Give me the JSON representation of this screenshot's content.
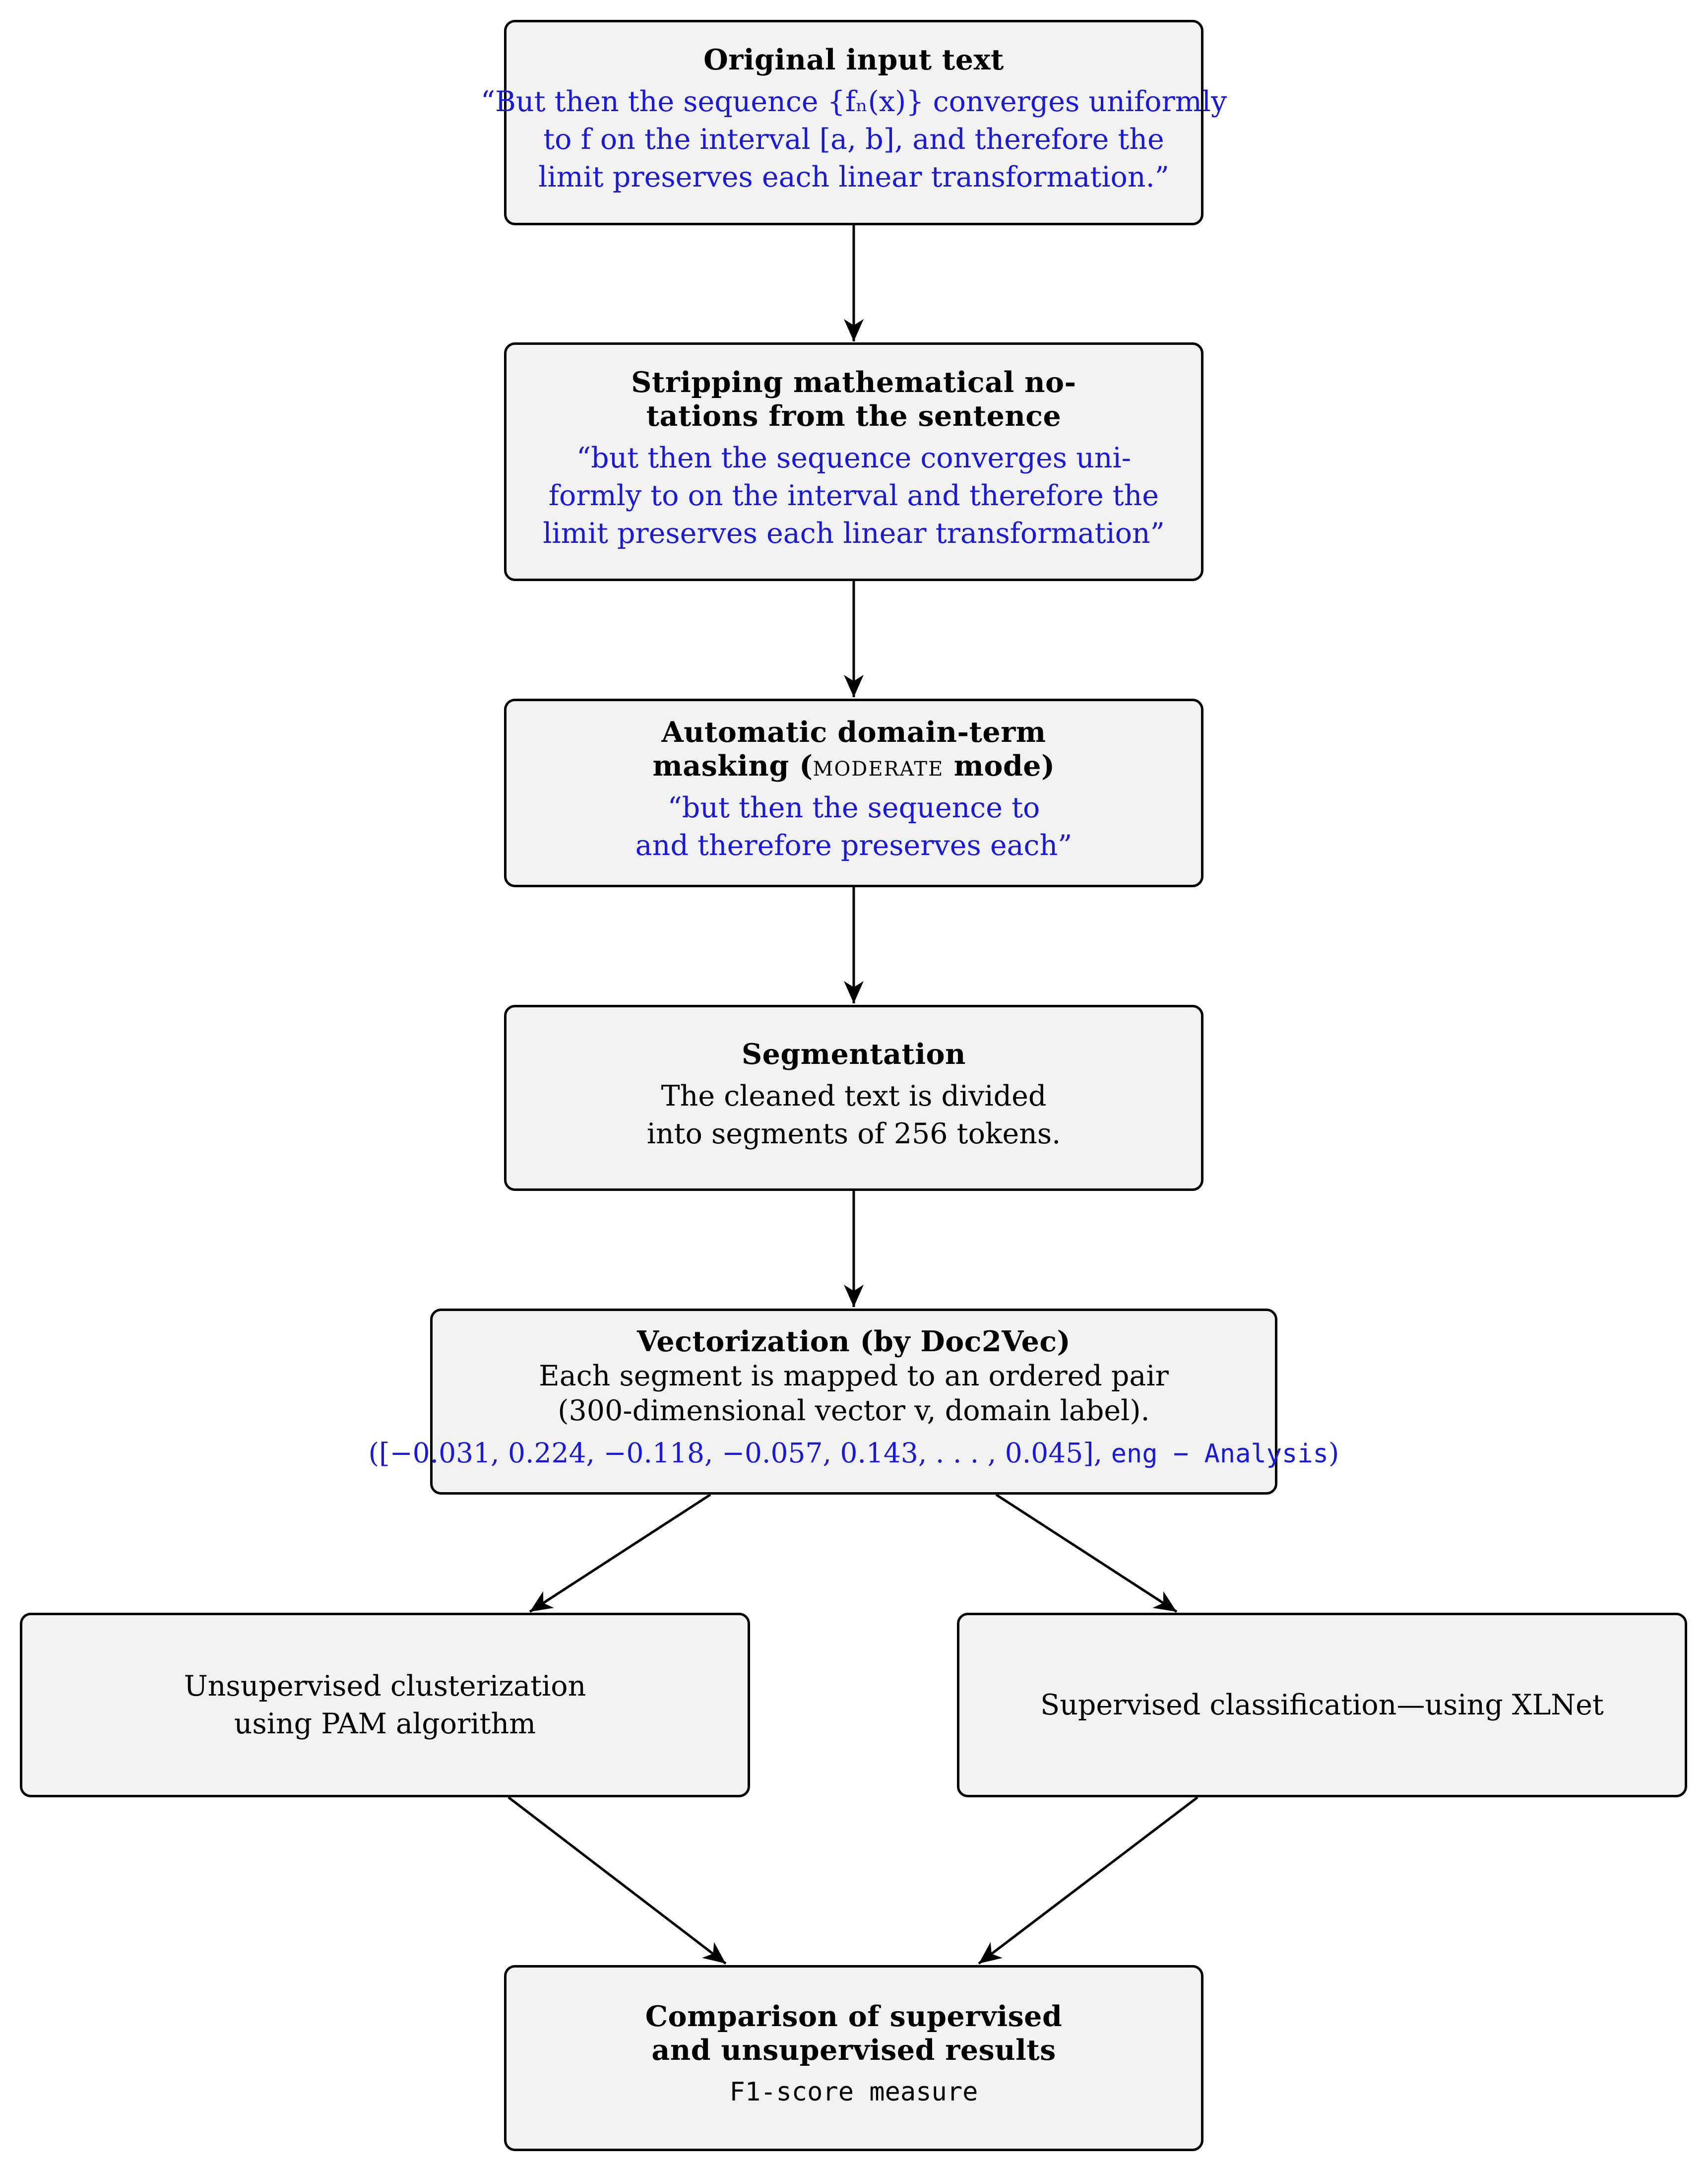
{
  "nodes": {
    "original": {
      "title": "Original input text",
      "lines": [
        "“But then the sequence {fₙ(x)} converges uniformly",
        "to f on the interval [a, b], and therefore the",
        "limit preserves each linear transformation.”"
      ]
    },
    "stripping": {
      "title_lines": [
        "Stripping mathematical no-",
        "tations from the sentence"
      ],
      "lines": [
        "“but then the sequence converges uni-",
        "formly to on the interval and therefore the",
        "limit preserves each linear transformation”"
      ]
    },
    "masking": {
      "title_line1": "Automatic domain-term",
      "title_line2_pre": "masking (",
      "title_line2_mode": "moderate",
      "title_line2_post": " mode)",
      "lines": [
        "“but then the sequence to",
        "and therefore preserves each”"
      ]
    },
    "segmentation": {
      "title": "Segmentation",
      "lines": [
        "The cleaned text is divided",
        "into segments of 256 tokens."
      ]
    },
    "vectorization": {
      "title": "Vectorization (by Doc2Vec)",
      "lines": [
        "Each segment is mapped to an ordered pair",
        "(300-dimensional vector v, domain label)."
      ],
      "example_vector": "([−0.031, 0.224, −0.118, −0.057, 0.143, . . . , 0.045],",
      "example_label": "eng − Analysis",
      "example_close": ")"
    },
    "unsupervised": {
      "lines": [
        "Unsupervised clusterization",
        "using PAM algorithm"
      ]
    },
    "supervised": {
      "text": "Supervised classification—using XLNet"
    },
    "comparison": {
      "title_lines": [
        "Comparison of supervised",
        "and unsupervised results"
      ],
      "measure": "F1-score measure"
    }
  },
  "colors": {
    "node_fill": "#f1f1f1",
    "node_border": "#000000",
    "example_text": "#1a1ad6",
    "arrow": "#000000"
  }
}
